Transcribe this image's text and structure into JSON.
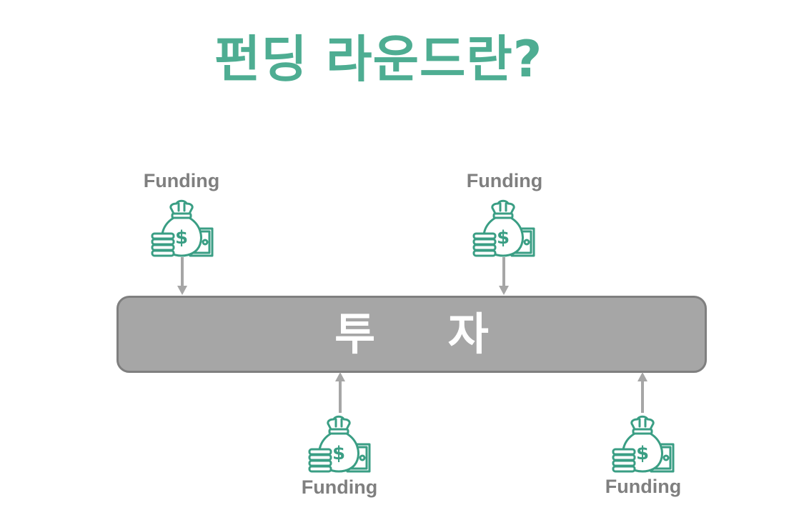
{
  "title": "펀딩 라운드란?",
  "center_box": {
    "label": "투 자"
  },
  "fundings": [
    {
      "label": "Funding",
      "icon": "money-bag-icon",
      "direction": "down"
    },
    {
      "label": "Funding",
      "icon": "money-bag-icon",
      "direction": "down"
    },
    {
      "label": "Funding",
      "icon": "money-bag-icon",
      "direction": "up"
    },
    {
      "label": "Funding",
      "icon": "money-bag-icon",
      "direction": "up"
    }
  ],
  "colors": {
    "title": "#4ead92",
    "icon": "#3a9e84",
    "box_fill": "#a6a6a6",
    "box_border": "#7f7f7f",
    "arrow": "#a6a6a6",
    "label": "#7f7f7f"
  }
}
